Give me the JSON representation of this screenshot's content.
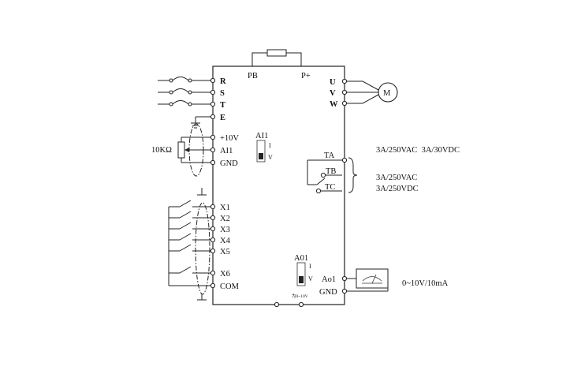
{
  "inputs": {
    "power": [
      "R",
      "S",
      "T"
    ],
    "ground": "E",
    "analog": [
      "+10V",
      "AI1",
      "GND"
    ],
    "digital": [
      "X1",
      "X2",
      "X3",
      "X4",
      "X5",
      "X6"
    ],
    "common": "COM"
  },
  "dc_bus": {
    "brake": "PB",
    "positive": "P+"
  },
  "motor_outputs": [
    "U",
    "V",
    "W"
  ],
  "motor_label": "M",
  "relay": {
    "terminals": [
      "TA",
      "TB",
      "TC"
    ],
    "rating_ta": "3A/250VAC  3A/30VDC",
    "rating_tb": "3A/250VAC",
    "rating_tc": "3A/250VDC"
  },
  "potentiometer": "10KΩ",
  "jumpers": {
    "ai1": {
      "title": "AI1",
      "upper": "I",
      "lower": "V"
    },
    "a01": {
      "title": "A01",
      "upper": "I",
      "lower": "V",
      "note": "为0~10V"
    }
  },
  "analog_output": {
    "terminal": "Aο1",
    "ground": "GND",
    "range": "0~10V/10mA"
  }
}
